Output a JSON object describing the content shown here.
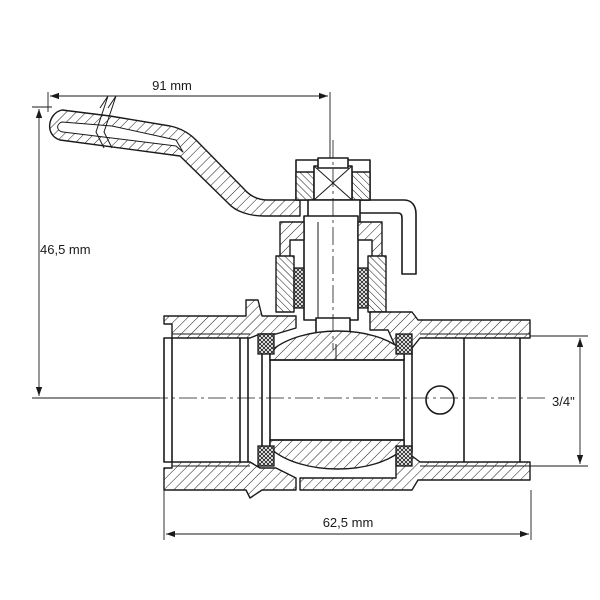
{
  "dimensions": {
    "handle_length": "91 mm",
    "height": "46,5 mm",
    "body_length": "62,5 mm",
    "thread_size": "3/4\""
  }
}
